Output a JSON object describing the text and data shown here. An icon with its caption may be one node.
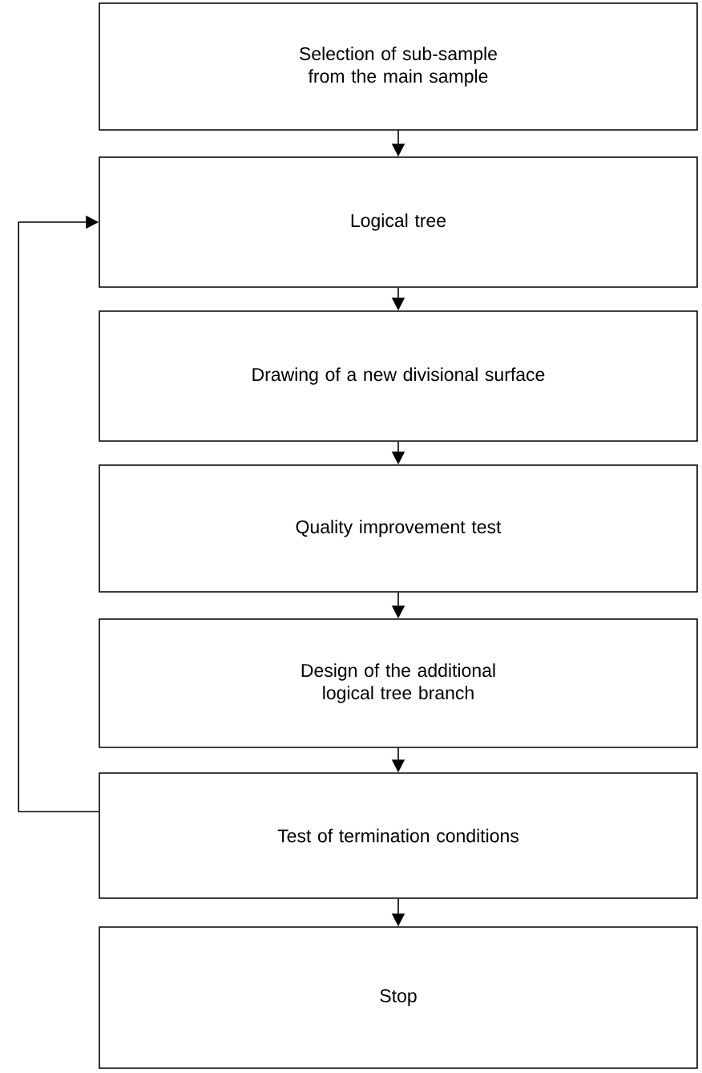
{
  "diagram": {
    "nodes": [
      {
        "text": [
          "Selection of sub-sample from the main sample"
        ]
      },
      {
        "text": [
          "Logical tree"
        ]
      },
      {
        "text": [
          "Drawing of a new divisional surface"
        ]
      },
      {
        "text": [
          "Quality improvement test"
        ]
      },
      {
        "text": [
          "Design of the additional logical tree branch"
        ]
      },
      {
        "text": [
          "Test of termination conditions"
        ]
      },
      {
        "text": [
          "Stop"
        ]
      }
    ],
    "edges": [
      {
        "from": 0,
        "to": 1,
        "arrow": "to"
      },
      {
        "from": 1,
        "to": 2,
        "arrow": "to"
      },
      {
        "from": 2,
        "to": 3,
        "arrow": "to"
      },
      {
        "from": 3,
        "to": 4,
        "arrow": "to"
      },
      {
        "from": 4,
        "to": 5,
        "arrow": "to"
      },
      {
        "from": 5,
        "to": 6,
        "arrow": "to"
      },
      {
        "from": 5,
        "to": 1,
        "arrow": "to"
      }
    ]
  }
}
